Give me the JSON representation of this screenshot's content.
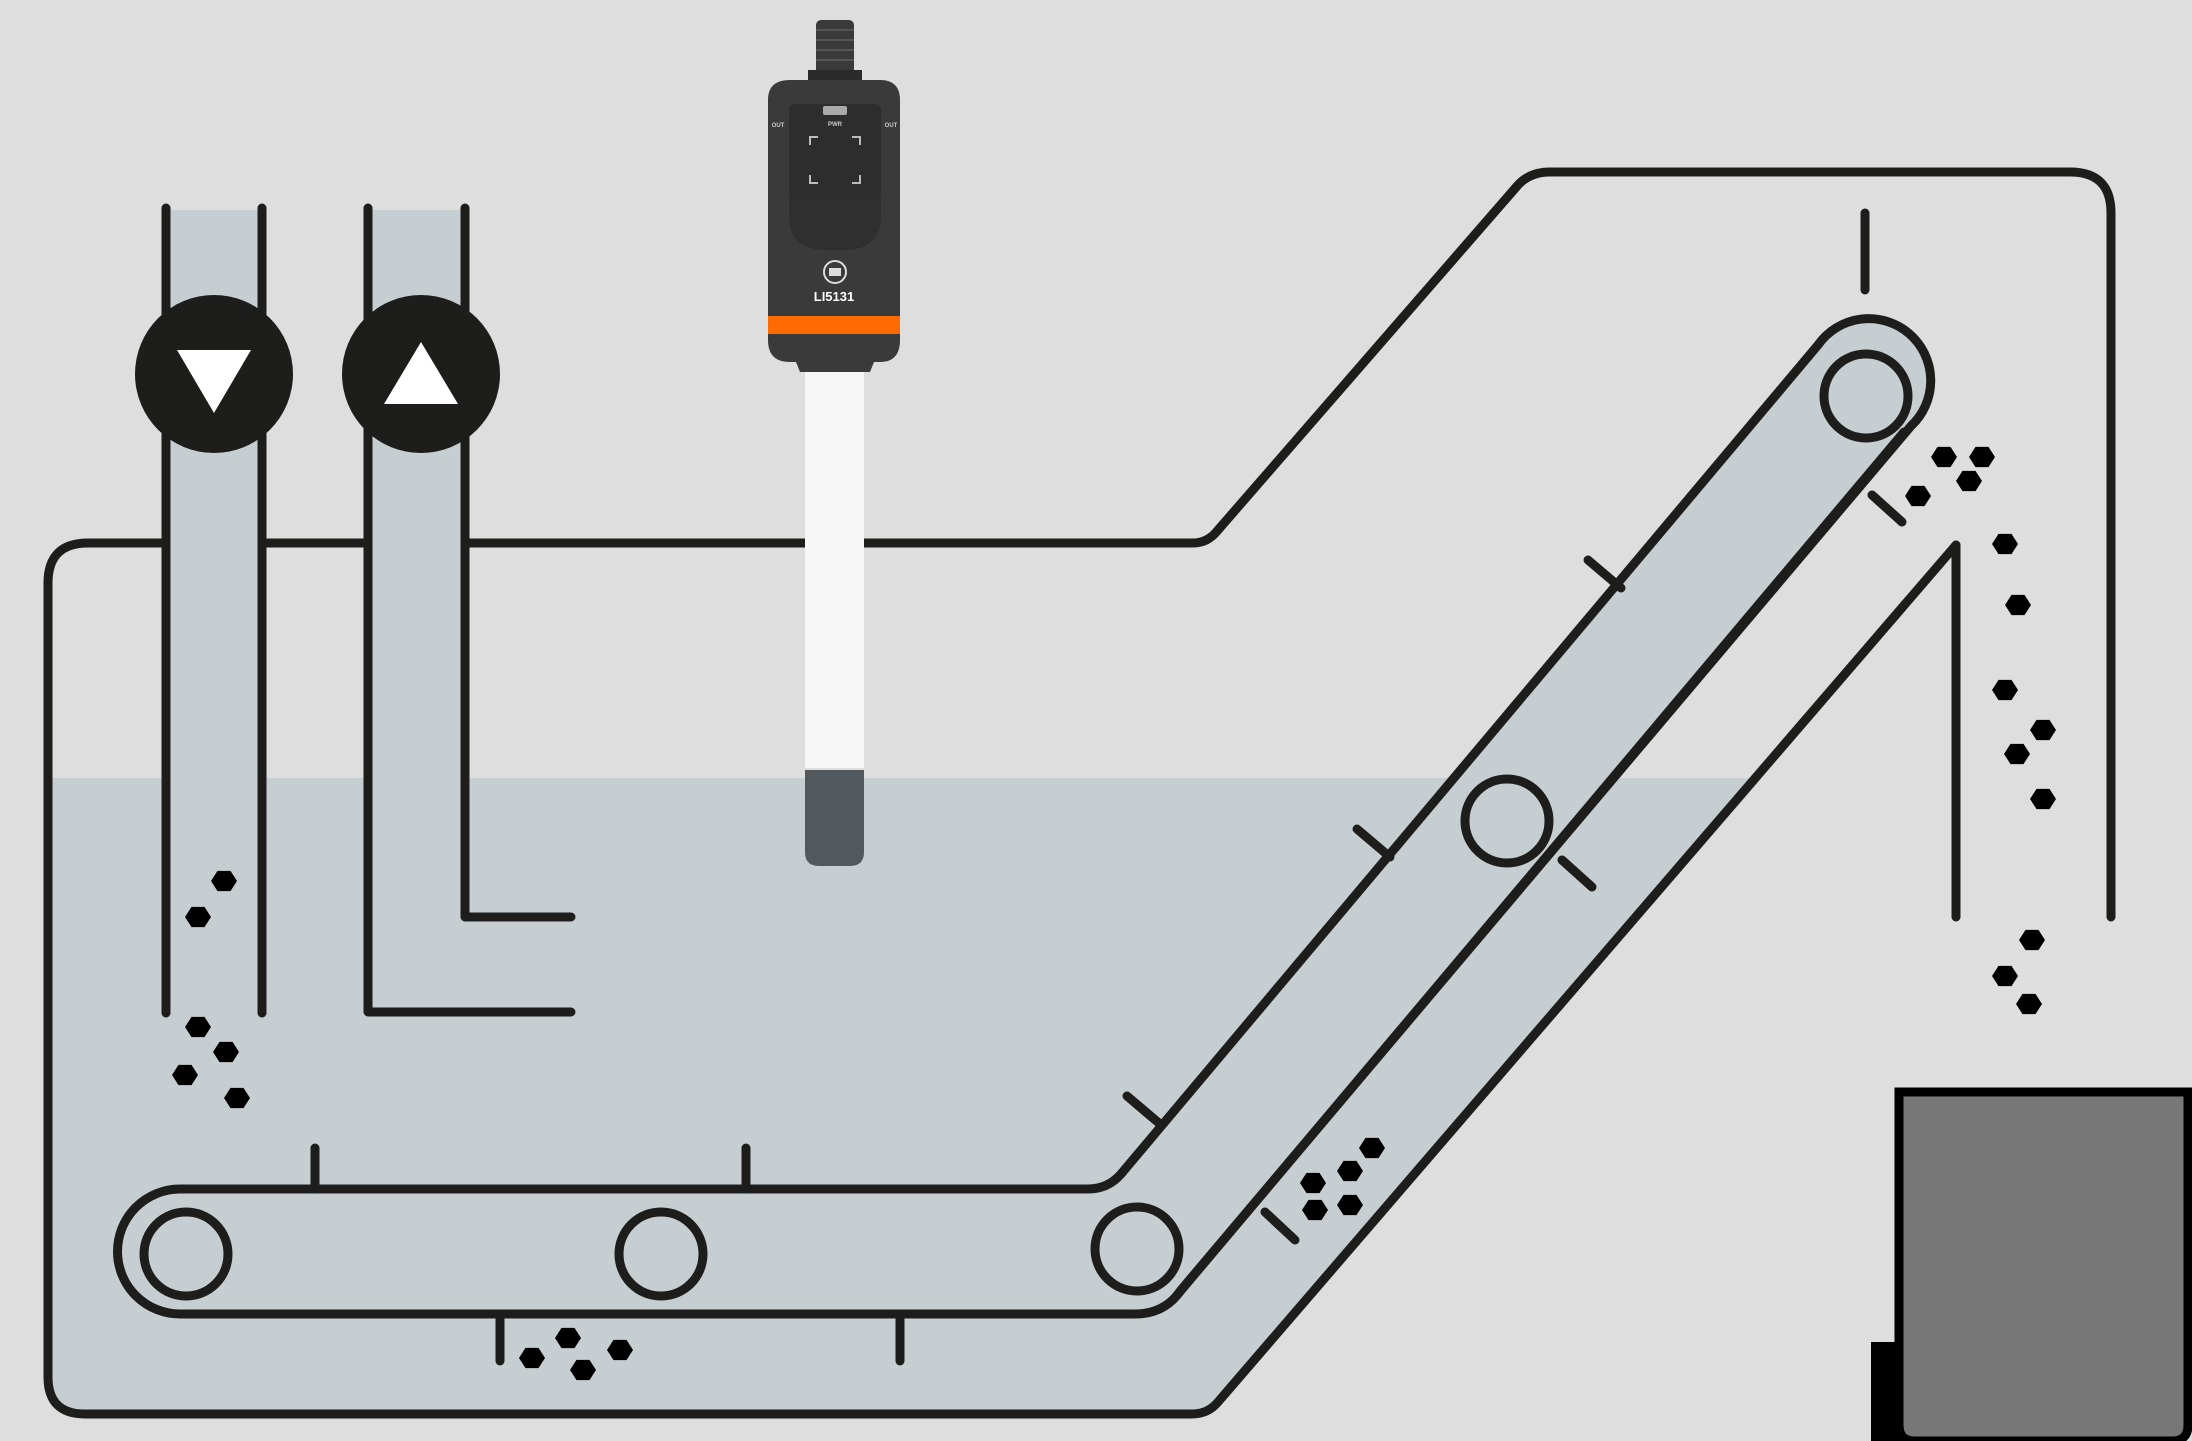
{
  "colors": {
    "background": "#dedede",
    "fluid": "#c6ced1",
    "outline": "#1d1d1b",
    "sensor_body": "#3a3a3a",
    "sensor_stripe": "#ff6b00",
    "probe": "#f7f7f7",
    "probe_tip": "#52595c",
    "bin": "#777777"
  },
  "sensor": {
    "model": "LI5131",
    "led_pwr": "PWR",
    "led_out_left": "OUT",
    "led_out_right": "OUT",
    "logo_icon": "ifm-logo-icon"
  },
  "pumps": [
    {
      "name": "pump-drain",
      "direction": "down",
      "icon": "triangle-down-icon"
    },
    {
      "name": "pump-fill",
      "direction": "up",
      "icon": "triangle-up-icon"
    }
  ]
}
